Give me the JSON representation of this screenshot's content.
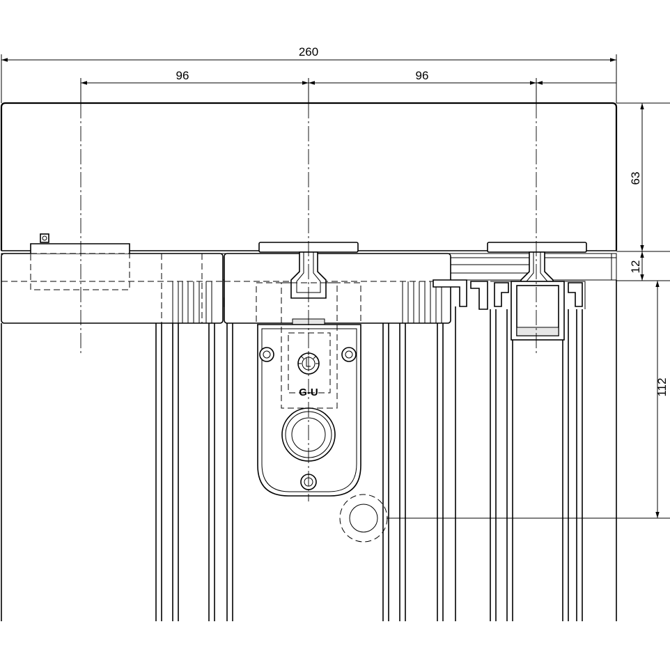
{
  "dimensions": {
    "overall_width": "260",
    "left_span": "96",
    "right_span": "96",
    "top_height": "63",
    "track_height": "12",
    "lower_height": "112"
  },
  "logo": {
    "text": "G-U"
  }
}
